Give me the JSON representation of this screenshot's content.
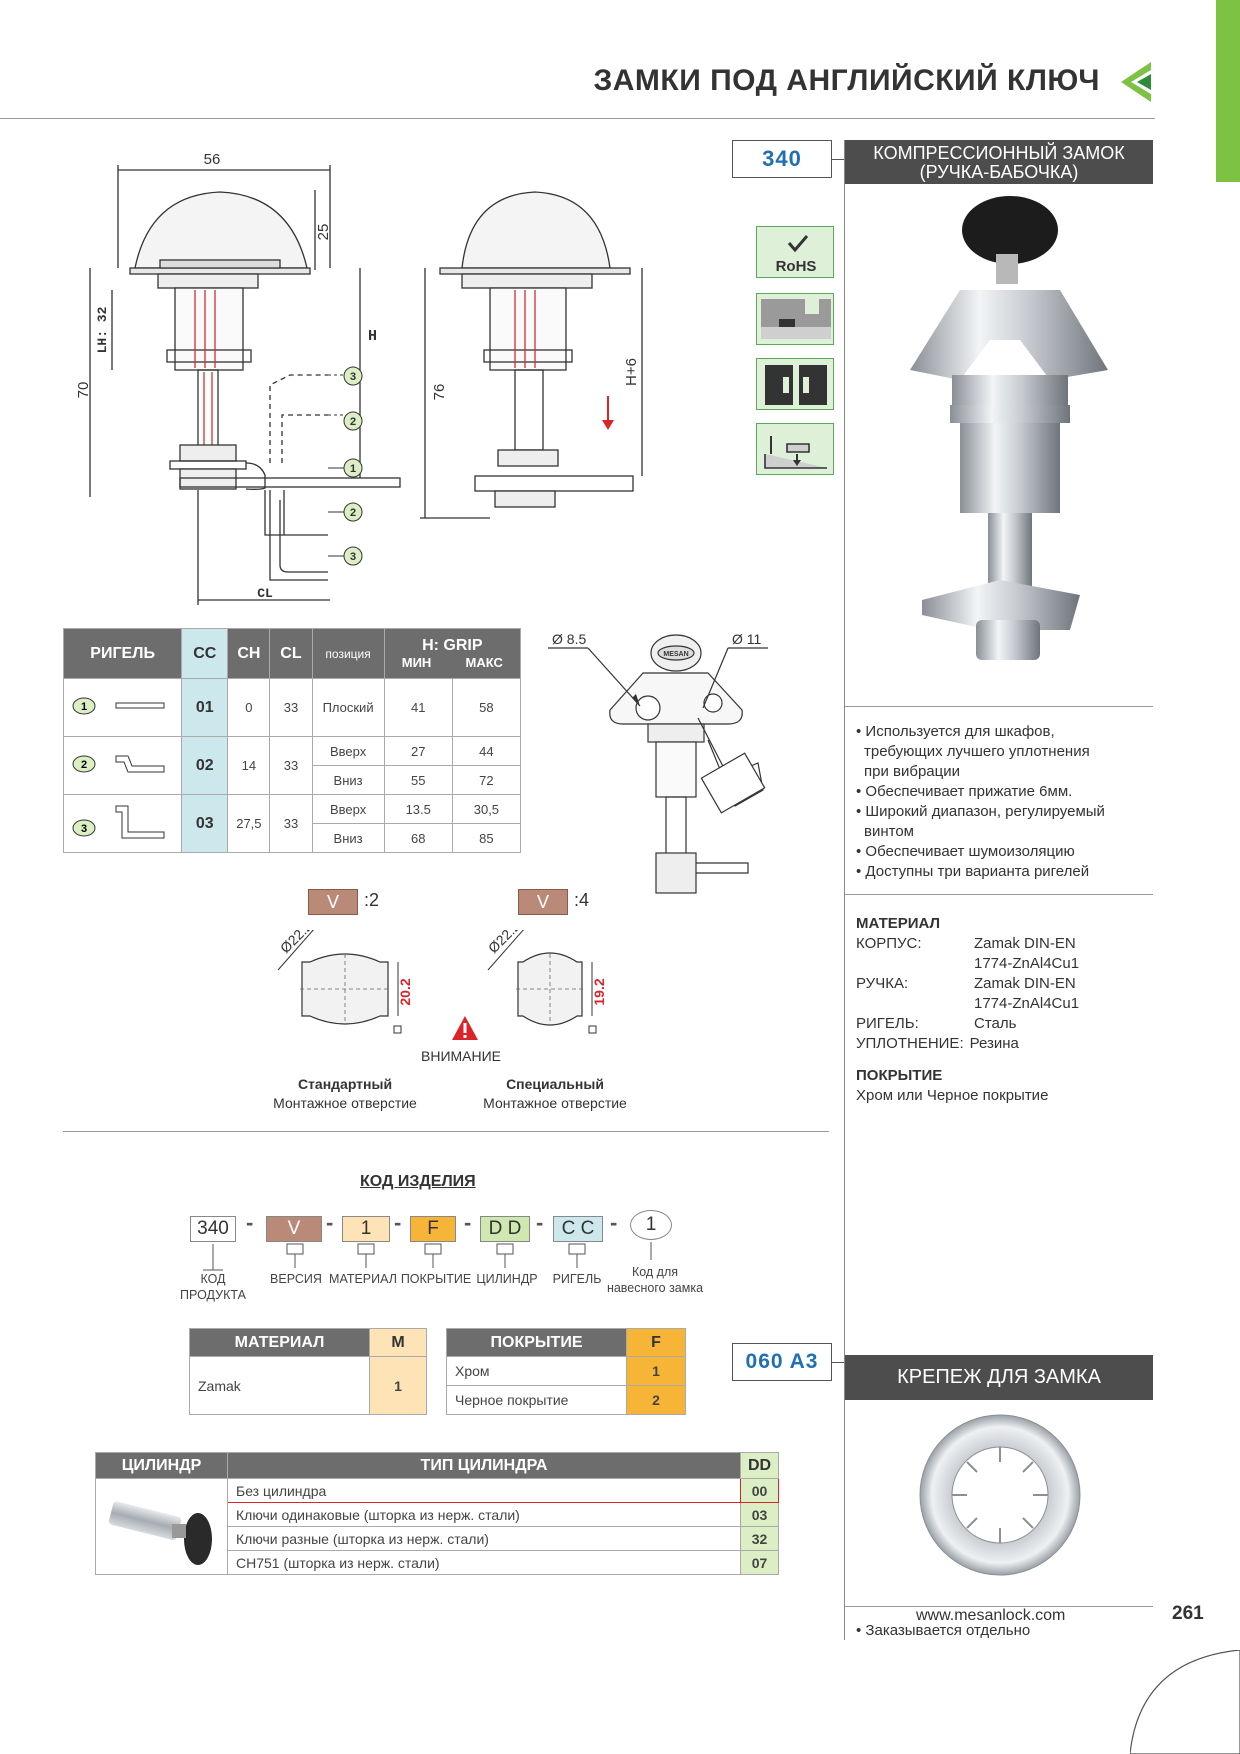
{
  "header": {
    "title": "ЗАМКИ ПОД АНГЛИЙСКИЙ КЛЮЧ"
  },
  "product": {
    "code": "340",
    "title_line1": "КОМПРЕССИОННЫЙ ЗАМОК",
    "title_line2": "(РУЧКА-БАБОЧКА)",
    "rohs": "RoHS",
    "features": [
      "• Используется для шкафов,",
      "требующих лучшего уплотнения",
      "при вибрации",
      "• Обеспечивает прижатие 6мм.",
      "• Широкий диапазон, регулируемый",
      "винтом",
      "• Обеспечивает шумоизоляцию",
      "• Доступны три варианта ригелей"
    ],
    "material_title": "МАТЕРИАЛ",
    "materials": [
      {
        "k": "КОРПУС:",
        "v1": "Zamak DIN-EN",
        "v2": "1774-ZnAl4Cu1"
      },
      {
        "k": "РУЧКА:",
        "v1": "Zamak DIN-EN",
        "v2": "1774-ZnAl4Cu1"
      },
      {
        "k": "РИГЕЛЬ:",
        "v1": "Сталь",
        "v2": ""
      },
      {
        "k": "УПЛОТНЕНИЕ:",
        "v1": "Резина",
        "v2": ""
      }
    ],
    "coating_title": "ПОКРЫТИЕ",
    "coating_text": "Хром или Черное покрытие"
  },
  "drawing": {
    "d56": "56",
    "d25": "25",
    "lh": "LH: 32",
    "h": "H",
    "d70": "70",
    "cl": "CL",
    "d76": "76",
    "h6": "H+6",
    "n1": "1",
    "n2": "2",
    "n3": "3",
    "d85": "Ø 8.5",
    "d11": "Ø 11",
    "brand": "MESAN"
  },
  "tongue_table": {
    "headers": {
      "rigel": "РИГЕЛЬ",
      "cc": "CC",
      "ch": "CH",
      "cl": "CL",
      "pos": "позиция",
      "grip": "H: GRIP",
      "min": "МИН",
      "max": "МАКС"
    },
    "rows": [
      {
        "n": "1",
        "cc": "01",
        "ch": "0",
        "cl": "33",
        "pos1": "Плоский",
        "min1": "41",
        "max1": "58"
      },
      {
        "n": "2",
        "cc": "02",
        "ch": "14",
        "cl": "33",
        "pos1": "Вверх",
        "min1": "27",
        "max1": "44",
        "pos2": "Вниз",
        "min2": "55",
        "max2": "72"
      },
      {
        "n": "3",
        "cc": "03",
        "ch": "27,5",
        "cl": "33",
        "pos1": "Вверх",
        "min1": "13.5",
        "max1": "30,5",
        "pos2": "Вниз",
        "min2": "68",
        "max2": "85"
      }
    ]
  },
  "mounting": {
    "v": "V",
    "v2": ":2",
    "v4": ":4",
    "dia": "Ø22.2",
    "d202": "20.2",
    "d192": "19.2",
    "warning": "ВНИМАНИЕ",
    "std_bold": "Стандартный",
    "std_sub": "Монтажное отверстие",
    "spec_bold": "Специальный",
    "spec_sub": "Монтажное отверстие"
  },
  "code": {
    "title": "КОД ИЗДЕЛИЯ",
    "parts": [
      "340",
      "V",
      "1",
      "F",
      "D D",
      "C C",
      "1"
    ],
    "dash": "-",
    "labels": {
      "product": "КОД",
      "product2": "ПРОДУКТА",
      "version": "ВЕРСИЯ",
      "material": "МАТЕРИАЛ",
      "coating": "ПОКРЫТИЕ",
      "cylinder": "ЦИЛИНДР",
      "tongue": "РИГЕЛЬ",
      "padlock": "Код для",
      "padlock2": "навесного замка"
    }
  },
  "material_table": {
    "h1": "МАТЕРИАЛ",
    "h2": "M",
    "name": "Zamak",
    "val": "1"
  },
  "coating_table": {
    "h1": "ПОКРЫТИЕ",
    "h2": "F",
    "rows": [
      {
        "name": "Хром",
        "val": "1"
      },
      {
        "name": "Черное покрытие",
        "val": "2"
      }
    ]
  },
  "cylinder_table": {
    "h1": "ЦИЛИНДР",
    "h2": "ТИП ЦИЛИНДРА",
    "h3": "DD",
    "rows": [
      {
        "name": "Без цилиндра",
        "val": "00"
      },
      {
        "name": "Ключи одинаковые (шторка из нерж. стали)",
        "val": "03"
      },
      {
        "name": "Ключи разные (шторка из нерж. стали)",
        "val": "32"
      },
      {
        "name": "CH751 (шторка из нерж. стали)",
        "val": "07"
      }
    ]
  },
  "accessory": {
    "code": "060 A3",
    "title": "КРЕПЕЖ ДЛЯ ЗАМКА",
    "note": "• Заказывается отдельно"
  },
  "footer": {
    "url": "www.mesanlock.com",
    "page": "261"
  }
}
